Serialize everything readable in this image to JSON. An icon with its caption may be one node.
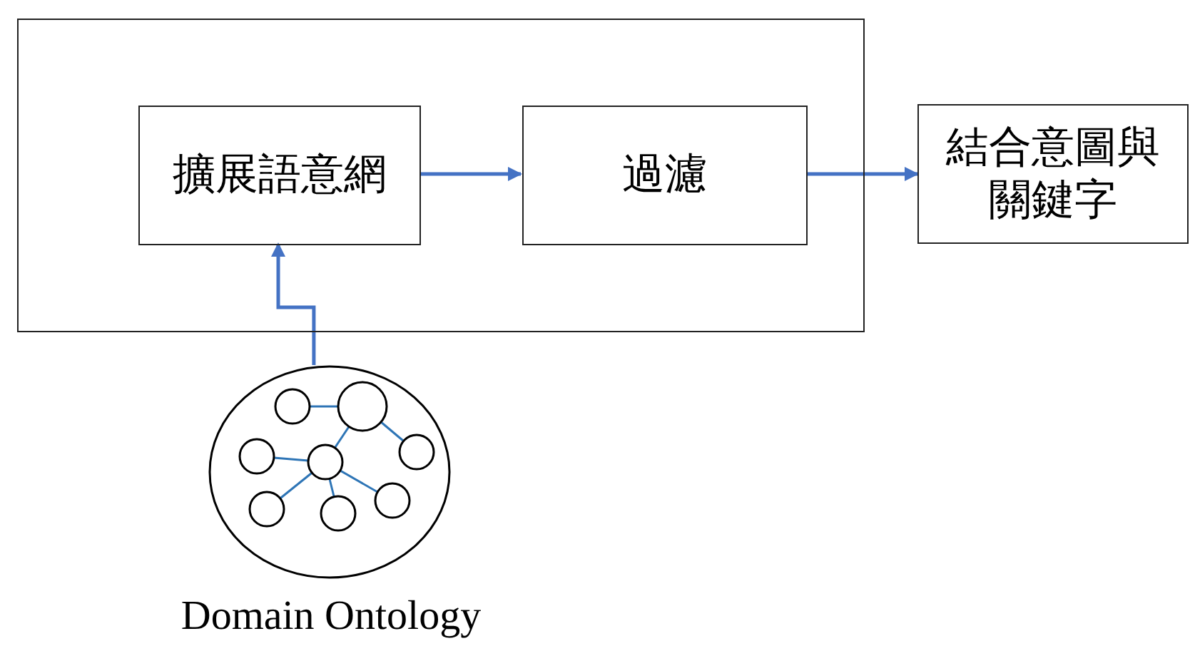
{
  "diagram": {
    "nodes": [
      {
        "text": [],
        "shape": "box"
      },
      {
        "text": [
          "擴展語意網"
        ],
        "in": 0
      },
      {
        "text": [
          "過濾"
        ],
        "in": 0
      },
      {
        "text": [
          "結合意圖與關鍵字"
        ]
      },
      {
        "text": [],
        "shape": "picture",
        "beside": [
          "Domain Ontology"
        ]
      }
    ],
    "edges": [
      {
        "from": 1,
        "to": 2,
        "arrow": "to"
      },
      {
        "from": 2,
        "to": 3,
        "arrow": "to"
      },
      {
        "from": 4,
        "to": 1,
        "arrow": "to"
      }
    ]
  }
}
